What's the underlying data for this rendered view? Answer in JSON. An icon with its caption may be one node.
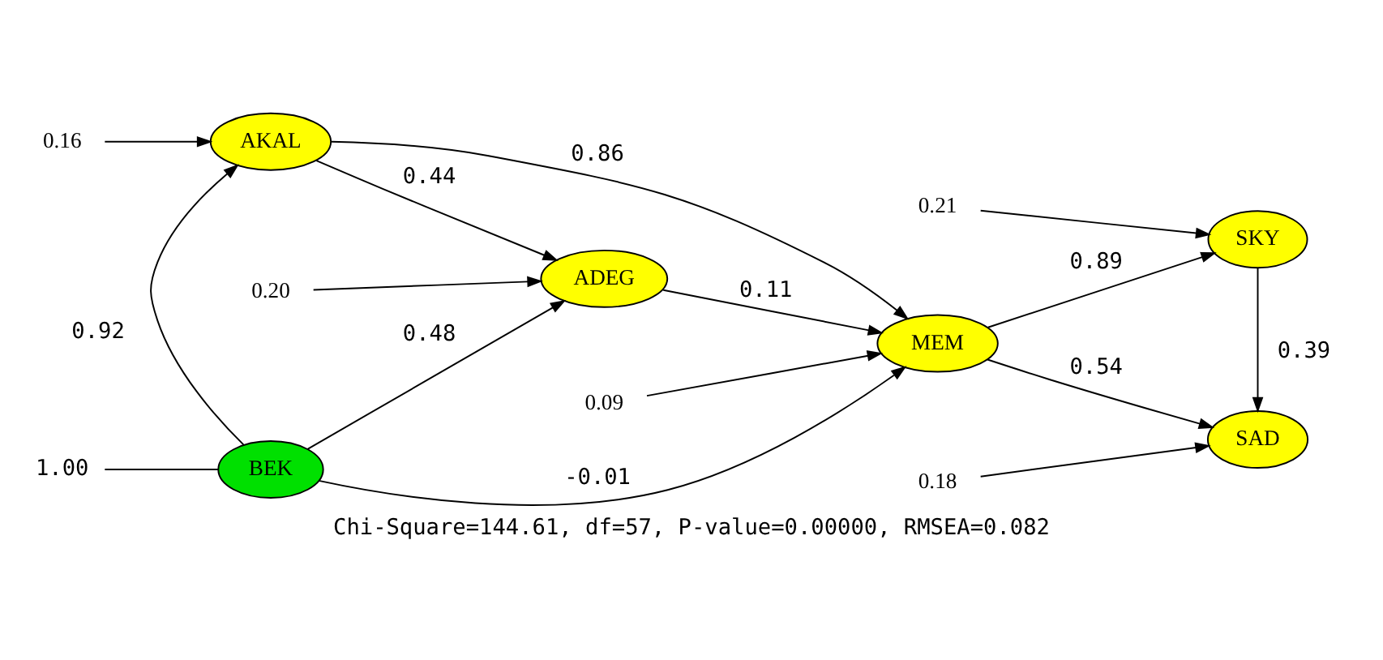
{
  "diagram": {
    "caption": "Chi-Square=144.61, df=57, P-value=0.00000, RMSEA=0.082",
    "nodes": [
      {
        "text": [
          "BEK"
        ]
      },
      {
        "text": [
          "ADEG"
        ]
      },
      {
        "text": [
          "AKAL"
        ]
      },
      {
        "text": [
          "MEM"
        ]
      },
      {
        "text": [
          "SKY"
        ]
      },
      {
        "text": [
          "SAD"
        ]
      },
      {
        "text": [
          "1.00"
        ]
      },
      {
        "text": [
          "0.20"
        ]
      },
      {
        "text": [
          "0.16"
        ]
      },
      {
        "text": [
          "0.09"
        ]
      },
      {
        "text": [
          "0.21"
        ]
      },
      {
        "text": [
          "0.18"
        ]
      }
    ],
    "edges": [
      {
        "from": 6,
        "to": 0,
        "arrow": "none"
      },
      {
        "from": 0,
        "to": 1,
        "arrow": "to",
        "label": "0.48"
      },
      {
        "from": 0,
        "to": 3,
        "arrow": "to",
        "label": "-0.01"
      },
      {
        "from": 0,
        "to": 2,
        "arrow": "to",
        "label": "0.92"
      },
      {
        "from": 7,
        "to": 1,
        "arrow": "to"
      },
      {
        "from": 1,
        "to": 3,
        "arrow": "to",
        "label": "0.11"
      },
      {
        "from": 2,
        "to": 1,
        "arrow": "to",
        "label": "0.44"
      },
      {
        "from": 2,
        "to": 3,
        "arrow": "to",
        "label": "0.86"
      },
      {
        "from": 8,
        "to": 2,
        "arrow": "to"
      },
      {
        "from": 3,
        "to": 4,
        "arrow": "to",
        "label": "0.89"
      },
      {
        "from": 9,
        "to": 3,
        "arrow": "to"
      },
      {
        "from": 3,
        "to": 5,
        "arrow": "to",
        "label": "0.54"
      },
      {
        "from": 10,
        "to": 4,
        "arrow": "to"
      },
      {
        "from": 4,
        "to": 5,
        "arrow": "to",
        "label": "0.39"
      },
      {
        "from": 11,
        "to": 5,
        "arrow": "to"
      }
    ]
  }
}
